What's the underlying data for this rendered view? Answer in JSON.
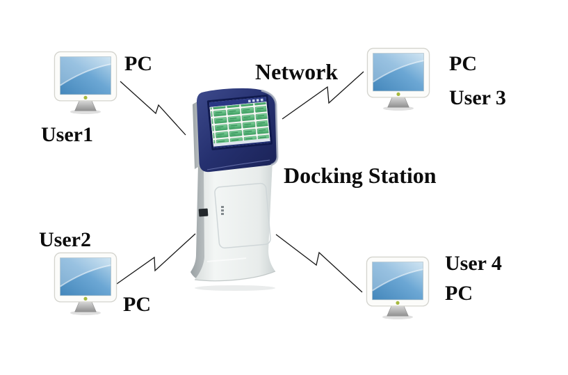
{
  "diagram": {
    "background": "#ffffff",
    "center": {
      "label": "Docking Station",
      "icon": "kiosk-docking-station",
      "screen": {
        "button_rows": 5,
        "button_cols": 4,
        "button_color": "#4aa868",
        "bezel_color": "#202c6d",
        "titlebar_color": "#2a3884"
      }
    },
    "network_label": "Network",
    "nodes": [
      {
        "position": "top-left",
        "user": "User1",
        "device": "PC",
        "icon": "pc-monitor"
      },
      {
        "position": "bottom-left",
        "user": "User2",
        "device": "PC",
        "icon": "pc-monitor"
      },
      {
        "position": "top-right",
        "user": "User 3",
        "device": "PC",
        "icon": "pc-monitor"
      },
      {
        "position": "bottom-right",
        "user": "User 4",
        "device": "PC",
        "icon": "pc-monitor"
      }
    ],
    "links": [
      {
        "from": "User1 PC",
        "to": "Docking Station"
      },
      {
        "from": "Docking Station",
        "to": "User 3 PC"
      },
      {
        "from": "User2 PC",
        "to": "Docking Station"
      },
      {
        "from": "Docking Station",
        "to": "User 4 PC"
      }
    ],
    "colors": {
      "text": "#0c0c0c",
      "line": "#151515",
      "monitor_screen_blue": "#5d9fcd",
      "monitor_bezel": "#fcfcfa",
      "kiosk_navy": "#232f6e",
      "kiosk_body": "#eef1f0"
    }
  }
}
